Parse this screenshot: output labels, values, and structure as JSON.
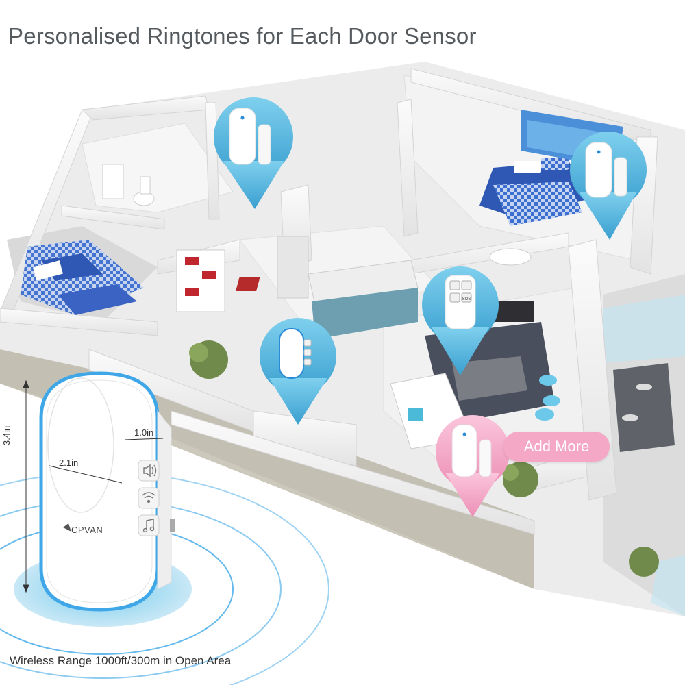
{
  "header": {
    "title": "Personalised Ringtones for Each Door Sensor"
  },
  "badge": {
    "add_more": "Add More"
  },
  "receiver": {
    "brand": "CPVAN",
    "width_label": "2.1in",
    "depth_label": "1.0in",
    "height_label": "3.4in",
    "buttons": [
      "volume-icon",
      "wifi-icon",
      "music-icon"
    ]
  },
  "remote": {
    "sos_label": "SOS"
  },
  "footer": {
    "range_text": "Wireless Range 1000ft/300m in Open Area"
  },
  "colors": {
    "pin_blue": "#5bb8de",
    "pin_pink": "#f4a8c6",
    "ring_blue": "#3fa7e8",
    "wall": "#f2f2f2",
    "floor": "#e8e8e8",
    "bed_blue": "#3d6fd1"
  }
}
